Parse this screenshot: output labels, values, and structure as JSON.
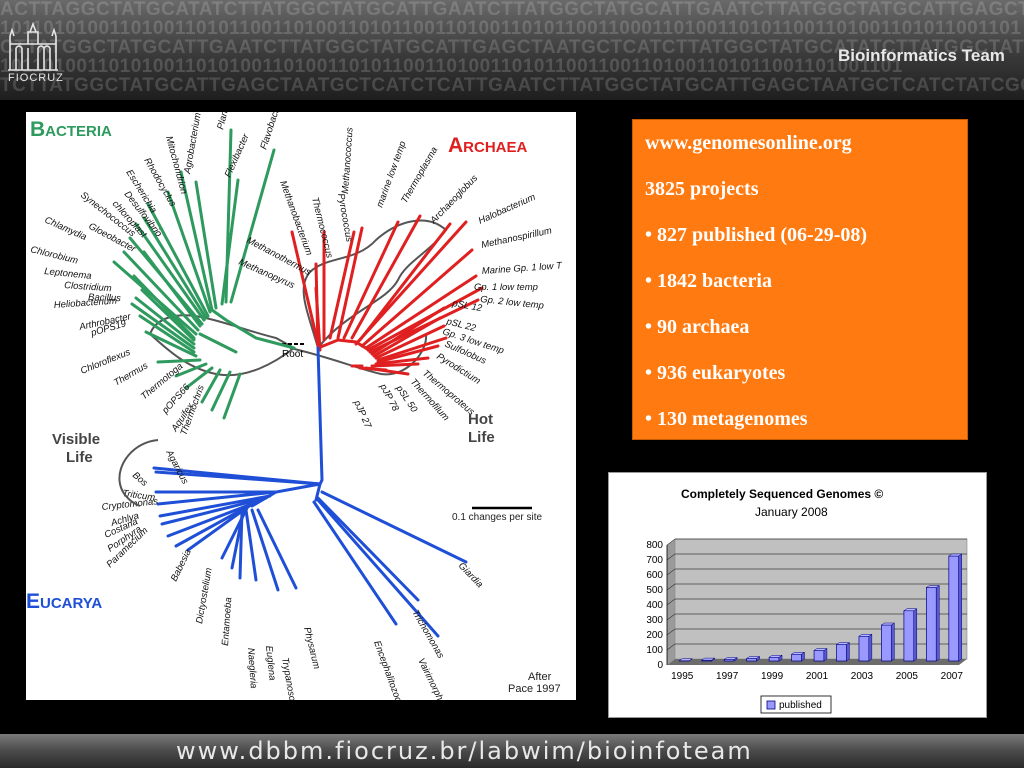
{
  "header": {
    "dna_rows": [
      "ACTTAGGCTATGCATATCTTATGGCTATGCATTGAATCTTATGGCTATGCATTGAATCTTATGGCTATGCATTGAGCTAATGCTCATTA",
      "1011010100110100110101100110100110101100110100110101100110001101001101011001101001101011001101",
      "CTTATGGCTATGCATTGAATCTTATGGCTATGCATTGAGCTAATGCTCATCTTATGGCTATGCATATCTTATGGCTATGCATTGAAGCCT",
      "10110100110101001101010011010011010110011010011010110011001101001101011001101001101",
      "TCTTATGGCTATGCATTGAGCTAATGCTCATCTCATTGAATCTTATGGCTATGCATTGAGCTAATGCTCATCTATCGGTCATGT"
    ],
    "logo_text": "FIOCRUZ",
    "team": "Bioinformatics Team"
  },
  "tree": {
    "colors": {
      "bacteria": "#2e9a5e",
      "archaea": "#e02020",
      "eucarya": "#1f4fd6",
      "outline": "#555555"
    },
    "bacteria_title": "Bacteria",
    "archaea_title": "Archaea",
    "eucarya_title": "Eucarya",
    "visible_life": [
      "Visible",
      "Life"
    ],
    "hot_life": [
      "Hot",
      "Life"
    ],
    "scale": "0.1 changes per site",
    "after": [
      "After",
      "Pace 1997"
    ],
    "root": "Root",
    "bacteria_labels": [
      "Planctomyces",
      "Flavobacterium",
      "Flexibacter",
      "Agrobacterium",
      "Mitochondrion",
      "Rhodocyclus",
      "Escherichia",
      "Desulfovibrio",
      "chloroplast",
      "Synechococcus",
      "Gloeobacter",
      "Chlamydia",
      "Chlorobium",
      "Leptonema",
      "Clostridium",
      "Bacillus",
      "Heliobacterium",
      "Arthrobacter",
      "pOPS19",
      "Chloroflexus",
      "Thermus",
      "Thermotoga",
      "pOPS66",
      "Aquifex",
      "Thermochris"
    ],
    "archaea_labels": [
      "Methanobacterium",
      "Thermococcus",
      "Pyrococcus",
      "Methanococcus",
      "marine low temp",
      "Thermoplasma",
      "Archaeoglobus",
      "Methanothermus",
      "Methanopyrus",
      "Halobacterium",
      "Methanospirillum",
      "Marine Gp. 1 low T",
      "Gp. 1 low temp",
      "Gp. 2 low temp",
      "pSL 12",
      "pSL 22",
      "Gp. 3 low temp",
      "Sulfolobus",
      "Pyrodictium",
      "Thermoproteus",
      "Thermofilum",
      "pSL 50",
      "pJP 78",
      "pJP 27"
    ],
    "eucarya_labels": [
      "Agaricus",
      "Bos",
      "Triticum",
      "Cryptomonas",
      "Achlya",
      "Costaria",
      "Porphyra",
      "Paramecium",
      "Babesia",
      "Dictyostelium",
      "Entamoeba",
      "Naegleria",
      "Euglena",
      "Trypanosoma",
      "Physarum",
      "Encephalitozoon",
      "Vairimorpha",
      "Trichomonas",
      "Giardia"
    ]
  },
  "info": {
    "lines": [
      "www.genomesonline.org",
      "3825 projects",
      "• 827 published (06-29-08)",
      "• 1842 bacteria",
      "• 90 archaea",
      "• 936 eukaryotes",
      "• 130 metagenomes"
    ]
  },
  "chart_data": {
    "type": "bar",
    "title": "Completely Sequenced Genomes ©",
    "subtitle": "January 2008",
    "categories": [
      "1995",
      "1996",
      "1997",
      "1998",
      "1999",
      "2000",
      "2001",
      "2002",
      "2003",
      "2004",
      "2005",
      "2006",
      "2007"
    ],
    "x_tick_labels": [
      "1995",
      "1997",
      "1999",
      "2001",
      "2003",
      "2005",
      "2007"
    ],
    "series": [
      {
        "name": "published",
        "values": [
          2,
          6,
          10,
          17,
          25,
          45,
          70,
          110,
          165,
          240,
          335,
          490,
          700
        ]
      }
    ],
    "ylim": [
      0,
      800
    ],
    "yticks": [
      0,
      100,
      200,
      300,
      400,
      500,
      600,
      700,
      800
    ],
    "grid": true,
    "legend": "bottom",
    "colors": {
      "bar": "#9999ff",
      "bar_edge": "#000080",
      "plot_bg": "#c0c0c0"
    }
  },
  "footer": {
    "url": "www.dbbm.fiocruz.br/labwim/bioinfoteam"
  }
}
